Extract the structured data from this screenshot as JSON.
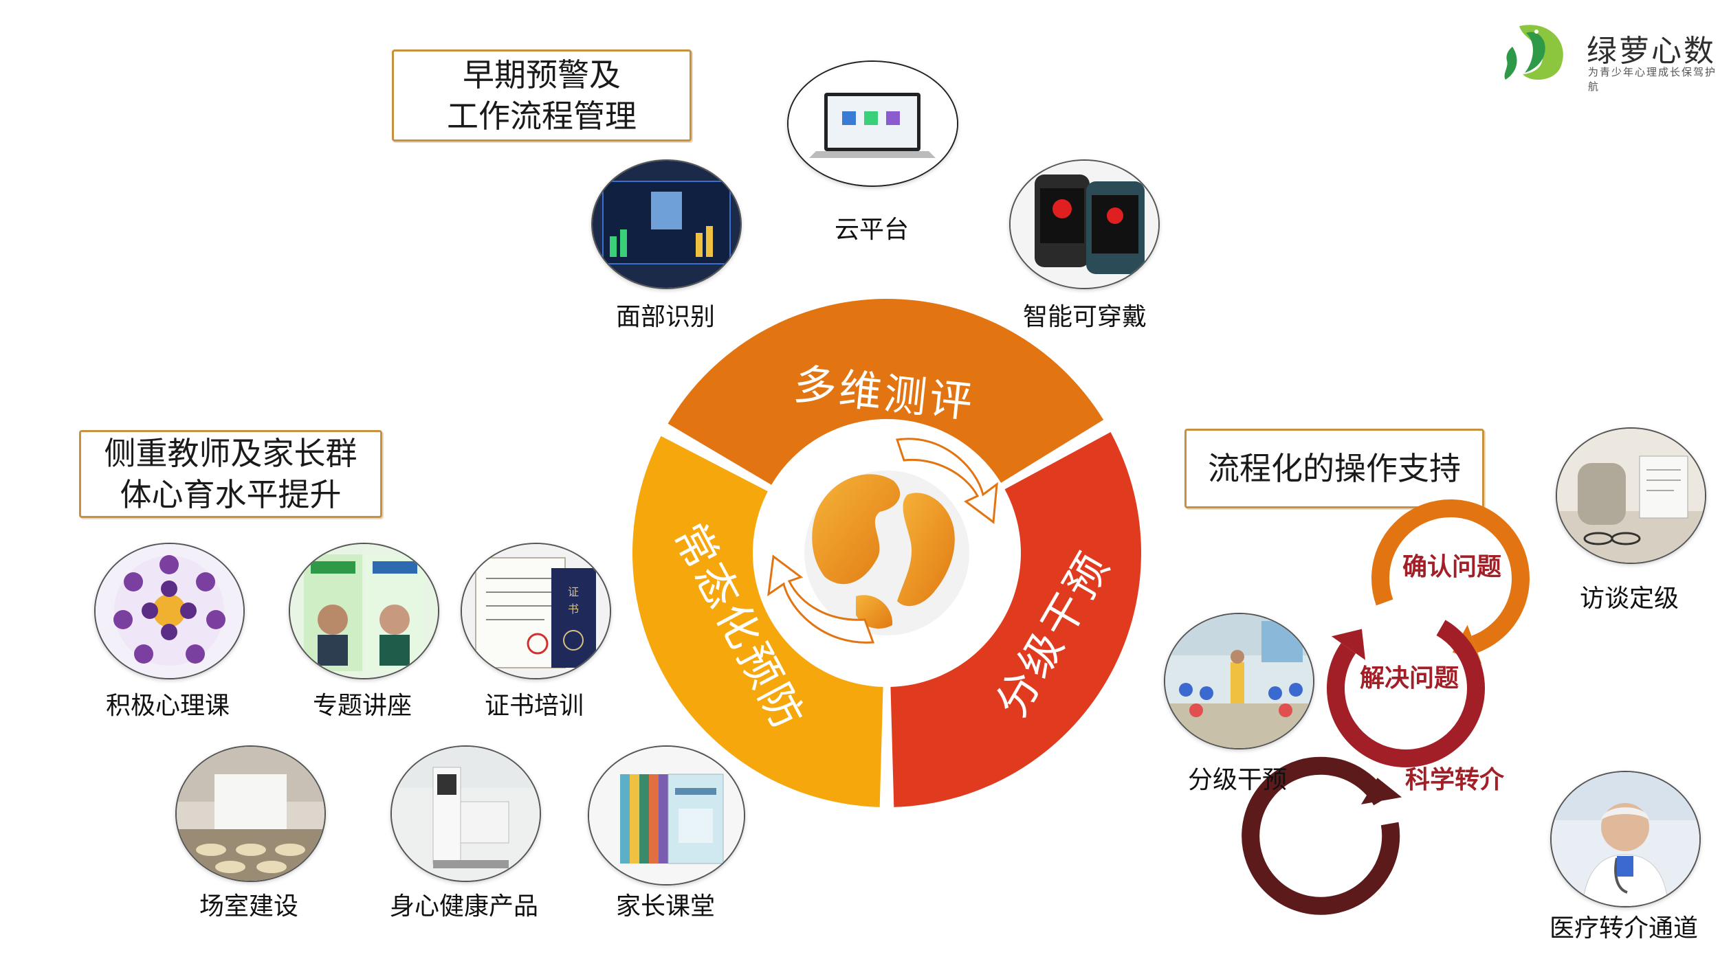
{
  "brand": {
    "name": "绿萝心数",
    "tagline": "为青少年心理成长保驾护航",
    "colors": {
      "leaf_light": "#8cc63f",
      "leaf_dark": "#2e9a48"
    }
  },
  "callouts": {
    "early_warning": "早期预警及\n工作流程管理",
    "teacher_parent": "侧重教师及家长群\n体心育水平提升",
    "process_support": "流程化的操作支持"
  },
  "ring": {
    "segments": [
      {
        "label": "多维测评",
        "color": "#e37412"
      },
      {
        "label": "分级干预",
        "color": "#e03a1f"
      },
      {
        "label": "常态化预防",
        "color": "#f5a70c"
      }
    ],
    "center_icon": "globe-with-cycle-arrows-icon"
  },
  "top_items": [
    {
      "label": "面部识别",
      "icon": "face-recognition-screen-icon"
    },
    {
      "label": "云平台",
      "icon": "laptop-cloud-platform-icon"
    },
    {
      "label": "智能可穿戴",
      "icon": "smartwatch-icon"
    }
  ],
  "left_items": [
    {
      "label": "积极心理课",
      "icon": "positive-psychology-wheel-icon"
    },
    {
      "label": "专题讲座",
      "icon": "lecture-poster-icon"
    },
    {
      "label": "证书培训",
      "icon": "certificate-icon"
    },
    {
      "label": "场室建设",
      "icon": "counseling-room-icon"
    },
    {
      "label": "身心健康产品",
      "icon": "health-kiosk-icon"
    },
    {
      "label": "家长课堂",
      "icon": "books-icon"
    }
  ],
  "right_items": [
    {
      "label": "分级干预",
      "icon": "group-session-icon"
    },
    {
      "label": "访谈定级",
      "icon": "interview-icon"
    },
    {
      "label": "医疗转介通道",
      "icon": "doctor-icon"
    }
  ],
  "process_flow": [
    {
      "label": "确认问题",
      "color": "#e37412"
    },
    {
      "label": "解决问题",
      "color": "#a31f27"
    },
    {
      "label": "科学转介",
      "color": "#5c1a1a"
    }
  ]
}
